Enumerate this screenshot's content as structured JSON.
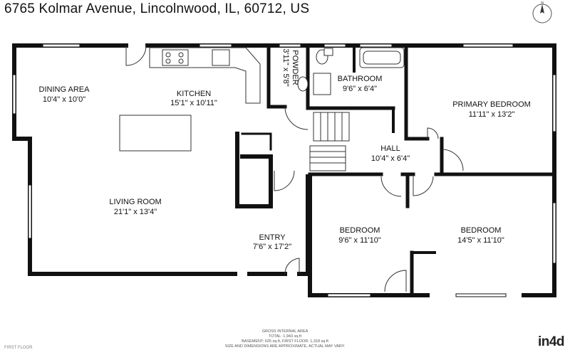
{
  "address": "6765 Kolmar Avenue, Lincolnwood, IL, 60712, US",
  "rooms": {
    "dining": {
      "name": "DINING AREA",
      "dim": "10'4\" x 10'0\""
    },
    "kitchen": {
      "name": "KITCHEN",
      "dim": "15'1\" x 10'11\""
    },
    "powder": {
      "name": "POWDER",
      "dim": "3'11\" x 5'8\""
    },
    "bathroom": {
      "name": "BATHROOM",
      "dim": "9'6\" x 6'4\""
    },
    "primary": {
      "name": "PRIMARY BEDROOM",
      "dim": "11'11\" x 13'2\""
    },
    "hall": {
      "name": "HALL",
      "dim": "10'4\" x 6'4\""
    },
    "living": {
      "name": "LIVING ROOM",
      "dim": "21'1\" x 13'4\""
    },
    "entry": {
      "name": "ENTRY",
      "dim": "7'6\" x 17'2\""
    },
    "bedroom1": {
      "name": "BEDROOM",
      "dim": "9'6\" x 11'10\""
    },
    "bedroom2": {
      "name": "BEDROOM",
      "dim": "14'5\" x 11'10\""
    }
  },
  "footer": {
    "heading": "GROSS INTERNAL AREA",
    "total": "TOTAL: 1,943 sq.ft",
    "breakdown": "BASEMENT: 625 sq.ft, FIRST FLOOR: 1,318 sq.ft",
    "disclaimer": "SIZE AND DIMENSIONS ARE APPROXIMATE, ACTUAL MAY VARY."
  },
  "floor_label": "FIRST FLOOR",
  "brand": "in4d",
  "icons": {
    "compass": "north-arrow-icon",
    "brand": "brand-logo"
  }
}
